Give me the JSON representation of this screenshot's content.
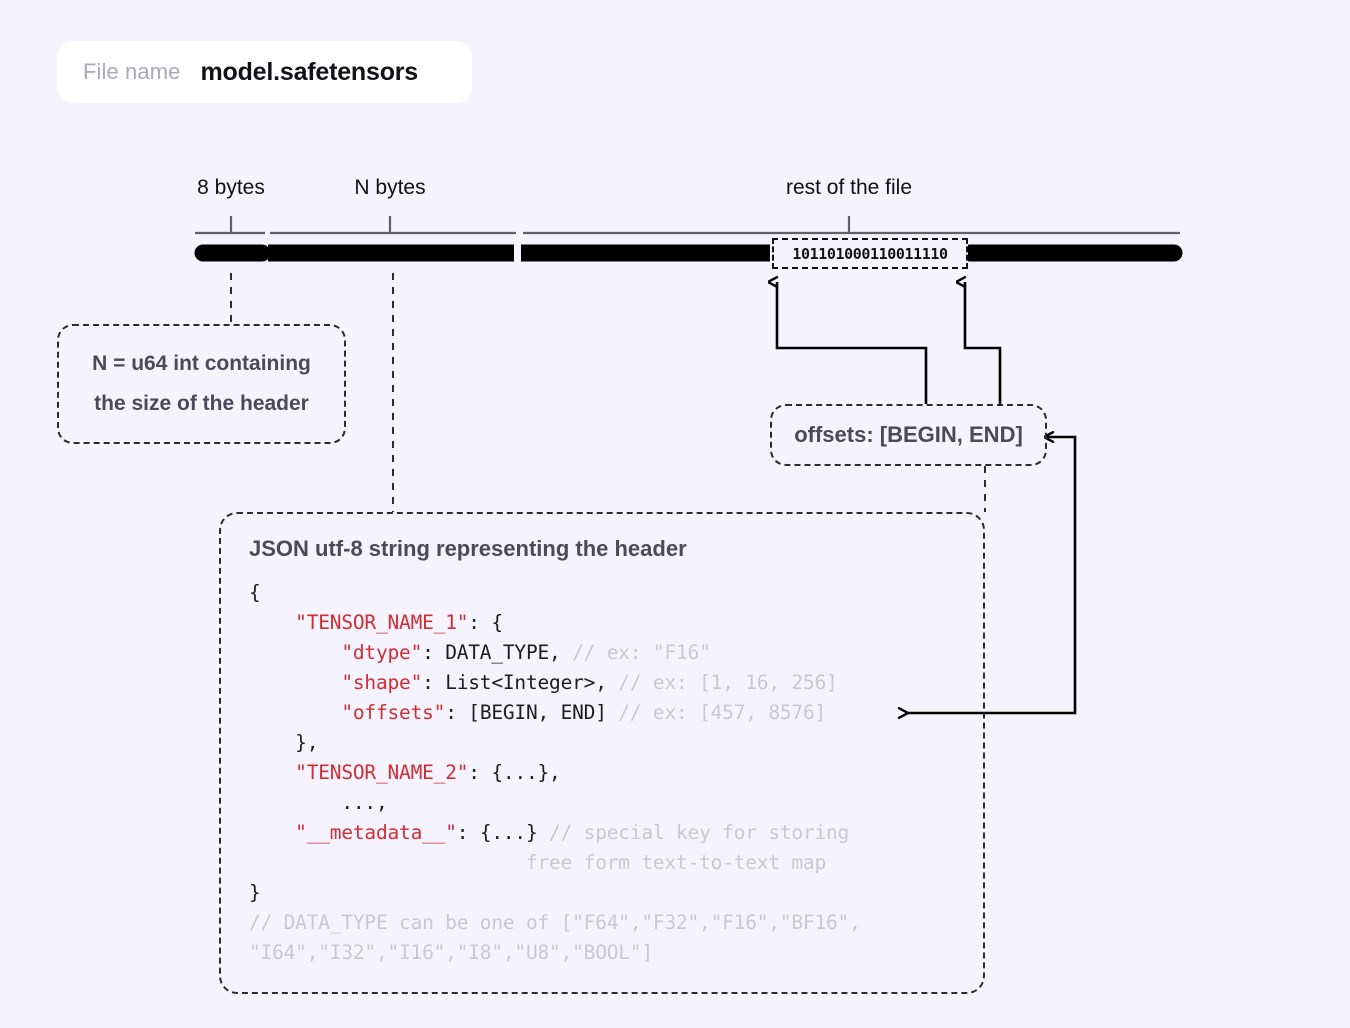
{
  "file": {
    "label": "File name",
    "value": "model.safetensors"
  },
  "ruler": {
    "segments": [
      {
        "label": "8 bytes"
      },
      {
        "label": "N bytes"
      },
      {
        "label": "rest of the file"
      }
    ]
  },
  "binary_chip": {
    "value": "101101000110011110"
  },
  "notes": {
    "header_size": {
      "line1": "N = u64 int containing",
      "line2": "the size of the header"
    },
    "offsets": {
      "text": "offsets: [BEGIN, END]"
    }
  },
  "json_panel": {
    "title": "JSON utf-8 string representing the header",
    "lines": [
      [
        {
          "t": "{",
          "s": "p"
        }
      ],
      [
        {
          "t": "    ",
          "s": "p"
        },
        {
          "t": "\"TENSOR_NAME_1\"",
          "s": "k"
        },
        {
          "t": ": {",
          "s": "p"
        }
      ],
      [
        {
          "t": "        ",
          "s": "p"
        },
        {
          "t": "\"dtype\"",
          "s": "k"
        },
        {
          "t": ": DATA_TYPE, ",
          "s": "p"
        },
        {
          "t": "// ex: \"F16\"",
          "s": "c"
        }
      ],
      [
        {
          "t": "        ",
          "s": "p"
        },
        {
          "t": "\"shape\"",
          "s": "k"
        },
        {
          "t": ": List<Integer>, ",
          "s": "p"
        },
        {
          "t": "// ex: [1, 16, 256]",
          "s": "c"
        }
      ],
      [
        {
          "t": "        ",
          "s": "p"
        },
        {
          "t": "\"offsets\"",
          "s": "k"
        },
        {
          "t": ": [BEGIN, END] ",
          "s": "p"
        },
        {
          "t": "// ex: [457, 8576]",
          "s": "c"
        }
      ],
      [
        {
          "t": "    },",
          "s": "p"
        }
      ],
      [
        {
          "t": "    ",
          "s": "p"
        },
        {
          "t": "\"TENSOR_NAME_2\"",
          "s": "k"
        },
        {
          "t": ": {...},",
          "s": "p"
        }
      ],
      [
        {
          "t": "        ...,",
          "s": "p"
        }
      ],
      [
        {
          "t": "    ",
          "s": "p"
        },
        {
          "t": "\"__metadata__\"",
          "s": "k"
        },
        {
          "t": ": {...} ",
          "s": "p"
        },
        {
          "t": "// special key for storing",
          "s": "c"
        }
      ],
      [
        {
          "t": "                        ",
          "s": "p"
        },
        {
          "t": "free form text-to-text map",
          "s": "c"
        }
      ],
      [
        {
          "t": "}",
          "s": "p"
        }
      ],
      [
        {
          "t": "// DATA_TYPE can be one of [\"F64\",\"F32\",\"F16\",\"BF16\",",
          "s": "c"
        }
      ],
      [
        {
          "t": "\"I64\",\"I32\",\"I16\",\"I8\",\"U8\",\"BOOL\"]",
          "s": "c"
        }
      ]
    ]
  },
  "colors": {
    "background": "#f5f3fd",
    "key_red": "#d32d34",
    "comment_gray": "#c9c9d6",
    "text_dark": "#1c1c24",
    "note_text": "#4a4a5a",
    "bar_black": "#000000"
  }
}
